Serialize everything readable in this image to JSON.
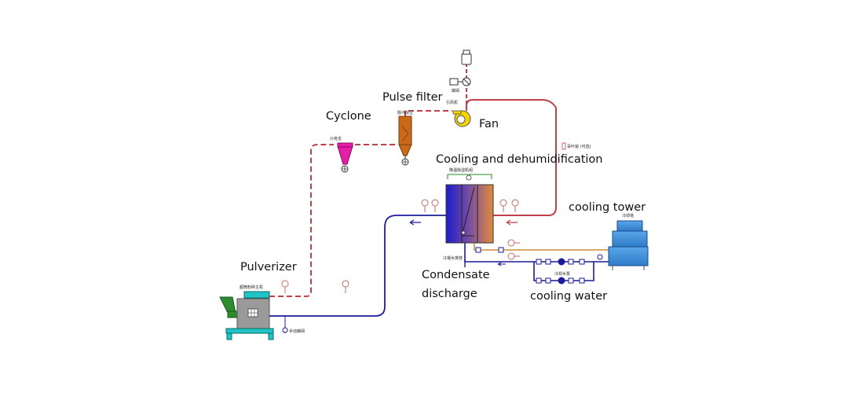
{
  "labels": {
    "pulse_filter": "Pulse filter",
    "cyclone": "Cyclone",
    "fan": "Fan",
    "cooling_dehumid": "Cooling and dehumidification",
    "cooling_tower": "cooling tower",
    "pulverizer": "Pulverizer",
    "condensate_1": "Condensate",
    "condensate_2": "discharge",
    "cooling_water": "cooling water"
  },
  "small_labels": {
    "valve_top": "蝶阀",
    "fan_cn": "引风机",
    "pulse_cn": "脉冲除尘",
    "cyclone_cn": "沙克龙",
    "louver_cn": "百叶窗 (可选)",
    "dehumid_cn": "降温除湿机组",
    "tower_cn": "冷却塔",
    "drain_cn": "冷凝水排放",
    "pump_cn": "冷却水泵",
    "pulverizer_cn": "超微粉碎主机",
    "manual_valve_cn": "手动蝶阀"
  },
  "colors": {
    "hot_air_line": "#c0404a",
    "return_air_line": "#1b1b9c",
    "water_line": "#1b1b9c",
    "warm_water_line": "#d9a86a",
    "cyclone_fill": "#e41ea6",
    "filter_fill": "#c86a1a",
    "fan_fill": "#f5d400",
    "tower_fill": "#3d8ad8",
    "pulverizer_body": "#9a9a9a",
    "pulverizer_top": "#20c4c4",
    "hopper": "#2e8b2e",
    "sensor": "#c46a6a",
    "bypass_line": "#2a8a2a"
  }
}
